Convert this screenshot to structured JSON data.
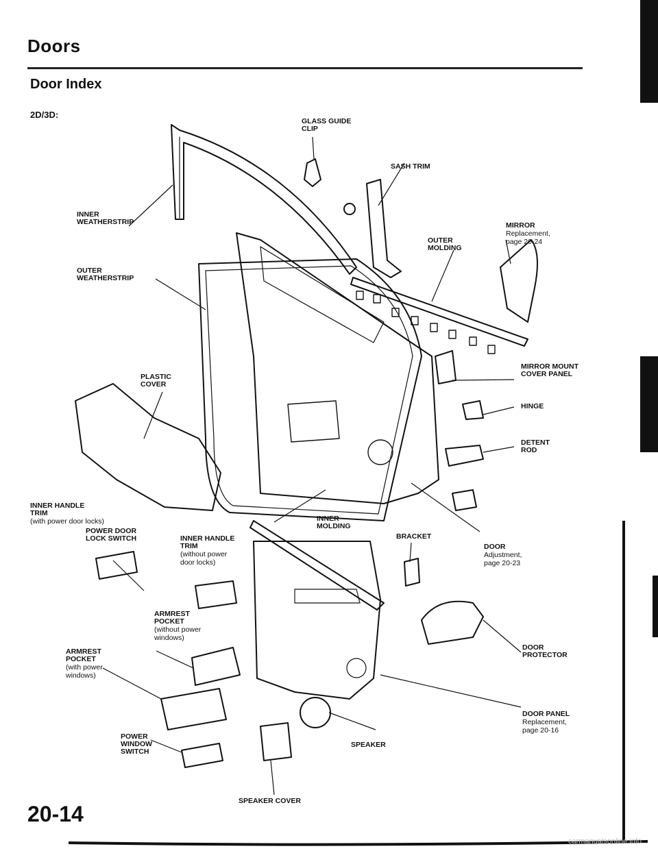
{
  "header": {
    "title": "Doors",
    "subtitle": "Door Index",
    "variant": "2D/3D:"
  },
  "labels": {
    "glass_guide_clip": "GLASS GUIDE\nCLIP",
    "sash_trim": "SASH TRIM",
    "inner_weatherstrip": "INNER\nWEATHERSTRIP",
    "mirror": "MIRROR",
    "mirror_ref": "Replacement,\npage 20-24",
    "outer_molding": "OUTER\nMOLDING",
    "outer_weatherstrip": "OUTER\nWEATHERSTRIP",
    "plastic_cover": "PLASTIC\nCOVER",
    "mirror_mount_cover_panel": "MIRROR MOUNT\nCOVER PANEL",
    "hinge": "HINGE",
    "detent_rod": "DETENT\nROD",
    "inner_handle_trim_power": "INNER HANDLE\nTRIM",
    "inner_handle_trim_power_note": "(with power door locks)",
    "power_door_lock_switch": "POWER DOOR\nLOCK SWITCH",
    "inner_handle_trim_nonpower": "INNER HANDLE\nTRIM",
    "inner_handle_trim_nonpower_note": "(without power\ndoor locks)",
    "inner_molding": "INNER\nMOLDING",
    "bracket": "BRACKET",
    "door": "DOOR",
    "door_ref": "Adjustment,\npage 20-23",
    "armrest_pocket_nonpower": "ARMREST\nPOCKET",
    "armrest_pocket_nonpower_note": "(without power\nwindows)",
    "armrest_pocket_power": "ARMREST\nPOCKET",
    "armrest_pocket_power_note": "(with power\nwindows)",
    "door_protector": "DOOR\nPROTECTOR",
    "door_panel": "DOOR PANEL",
    "door_panel_ref": "Replacement,\npage 20-16",
    "power_window_switch": "POWER\nWINDOW\nSWITCH",
    "speaker": "SPEAKER",
    "speaker_cover": "SPEAKER COVER"
  },
  "footer": {
    "page_number": "20-14",
    "watermark": "carmanualsonline.info"
  }
}
